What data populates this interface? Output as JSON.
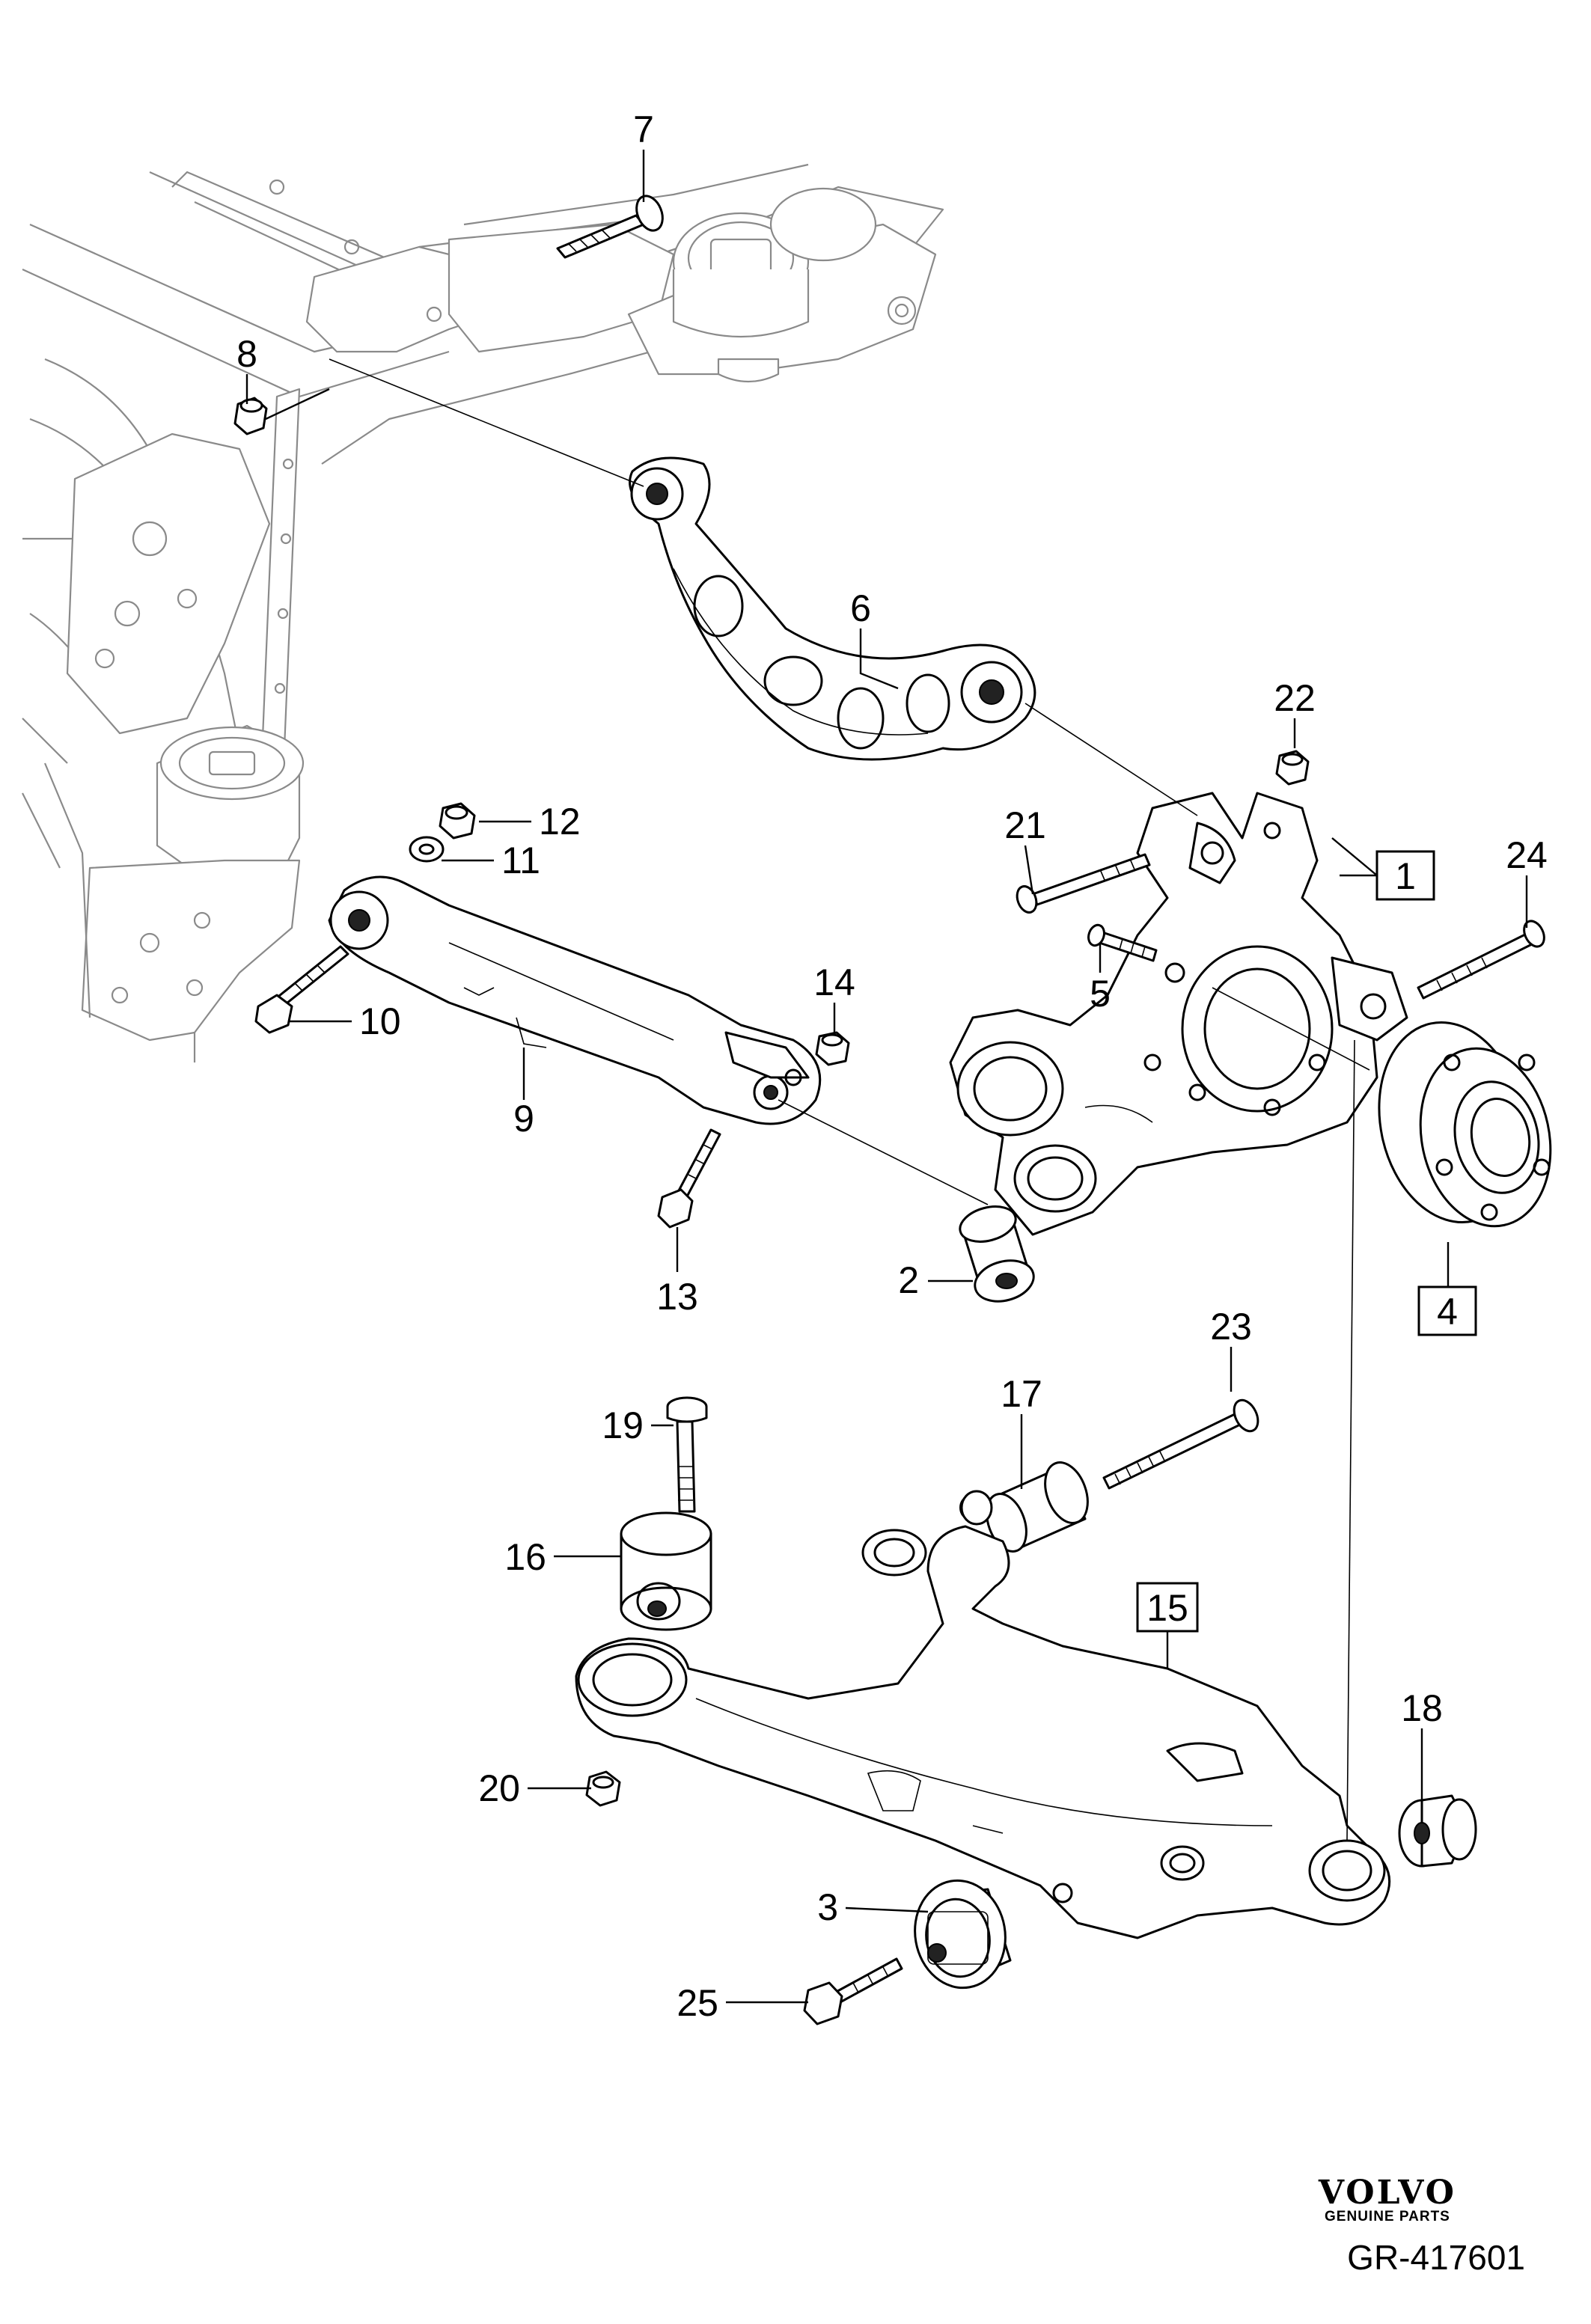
{
  "callouts": {
    "c1": "1",
    "c2": "2",
    "c3": "3",
    "c4": "4",
    "c5": "5",
    "c6": "6",
    "c7": "7",
    "c8": "8",
    "c9": "9",
    "c10": "10",
    "c11": "11",
    "c12": "12",
    "c13": "13",
    "c14": "14",
    "c15": "15",
    "c16": "16",
    "c17": "17",
    "c18": "18",
    "c19": "19",
    "c20": "20",
    "c21": "21",
    "c22": "22",
    "c23": "23",
    "c24": "24",
    "c25": "25"
  },
  "brand": {
    "logo": "VOLVO",
    "tagline": "GENUINE PARTS"
  },
  "document_number": "GR-417601"
}
